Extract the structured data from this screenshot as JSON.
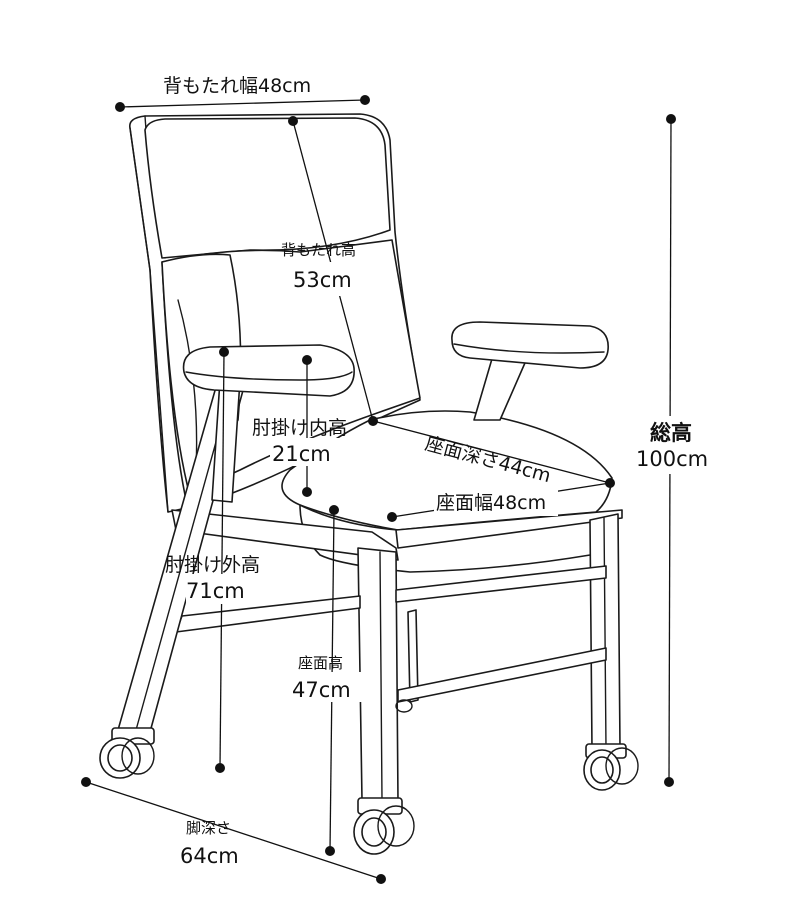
{
  "dimensions": {
    "backrest_width": {
      "text": "背もたれ幅48cm"
    },
    "backrest_height": {
      "label": "背もたれ高",
      "value": "53cm"
    },
    "armrest_inner_height": {
      "label": "肘掛け内高",
      "value": "21cm"
    },
    "seat_depth": {
      "text": "座面深さ44cm"
    },
    "seat_width": {
      "text": "座面幅48cm"
    },
    "armrest_outer_height": {
      "label": "肘掛け外高",
      "value": "71cm"
    },
    "seat_height": {
      "label": "座面高",
      "value": "47cm"
    },
    "leg_depth": {
      "label": "脚深さ",
      "value": "64cm"
    },
    "total_height": {
      "label": "総高",
      "value": "100cm"
    }
  },
  "icons": [
    "chair-illustration",
    "dimension-marker"
  ]
}
